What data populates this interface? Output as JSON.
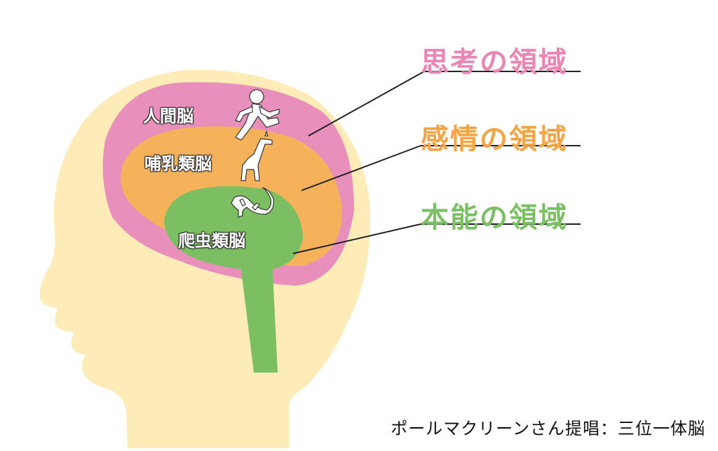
{
  "regions": [
    {
      "title": "思考の領域",
      "color": "#eb85b4"
    },
    {
      "title": "感情の領域",
      "color": "#f3a444"
    },
    {
      "title": "本能の領域",
      "color": "#7cc065"
    }
  ],
  "brain_labels": {
    "human": "人間脳",
    "mammal": "哺乳類脳",
    "reptile": "爬虫類脳"
  },
  "icons": {
    "human": "running-person-icon",
    "mammal": "giraffe-icon",
    "reptile": "lizard-icon"
  },
  "caption": "ポールマクリーンさん提唱：三位一体脳",
  "colors": {
    "head": "#fdebb8",
    "cortex": "#e98fbc",
    "limbic": "#f6b25a",
    "reptilian": "#7cbf62"
  }
}
